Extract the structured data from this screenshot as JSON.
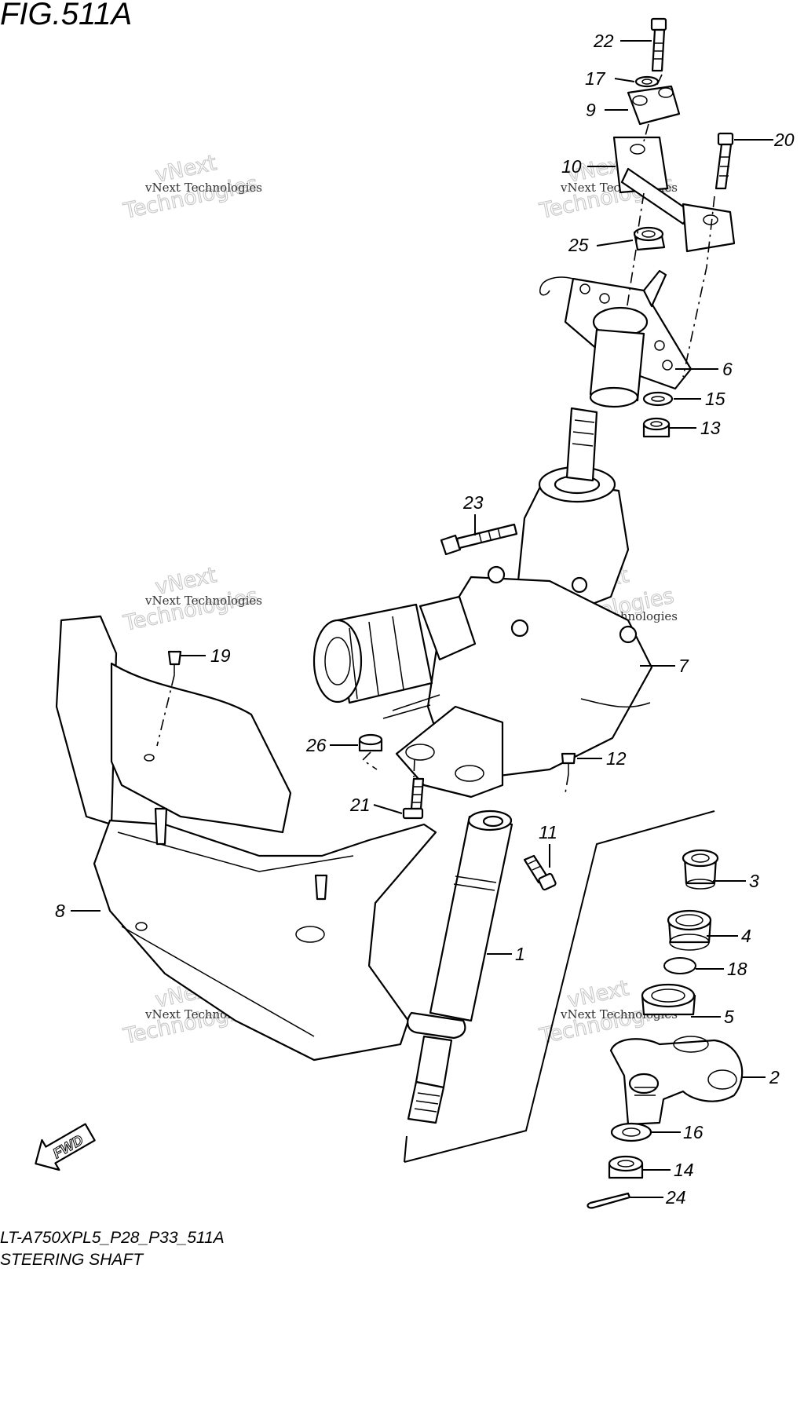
{
  "figure": {
    "title": "FIG.511A",
    "model_code": "LT-A750XPL5_P28_P33_511A",
    "name": "STEERING SHAFT"
  },
  "watermark": {
    "line1": "vNext Technologies",
    "line2": "vNext",
    "line3": "Technologies"
  },
  "fwd_label": "FWD",
  "callouts": [
    {
      "id": "c22",
      "label": "22"
    },
    {
      "id": "c17",
      "label": "17"
    },
    {
      "id": "c9",
      "label": "9"
    },
    {
      "id": "c20",
      "label": "20"
    },
    {
      "id": "c10",
      "label": "10"
    },
    {
      "id": "c25",
      "label": "25"
    },
    {
      "id": "c6",
      "label": "6"
    },
    {
      "id": "c15",
      "label": "15"
    },
    {
      "id": "c13",
      "label": "13"
    },
    {
      "id": "c23",
      "label": "23"
    },
    {
      "id": "c19",
      "label": "19"
    },
    {
      "id": "c7",
      "label": "7"
    },
    {
      "id": "c26",
      "label": "26"
    },
    {
      "id": "c12",
      "label": "12"
    },
    {
      "id": "c21",
      "label": "21"
    },
    {
      "id": "c11",
      "label": "11"
    },
    {
      "id": "c3",
      "label": "3"
    },
    {
      "id": "c8",
      "label": "8"
    },
    {
      "id": "c4",
      "label": "4"
    },
    {
      "id": "c1",
      "label": "1"
    },
    {
      "id": "c18",
      "label": "18"
    },
    {
      "id": "c5",
      "label": "5"
    },
    {
      "id": "c2",
      "label": "2"
    },
    {
      "id": "c16",
      "label": "16"
    },
    {
      "id": "c14",
      "label": "14"
    },
    {
      "id": "c24",
      "label": "24"
    }
  ]
}
